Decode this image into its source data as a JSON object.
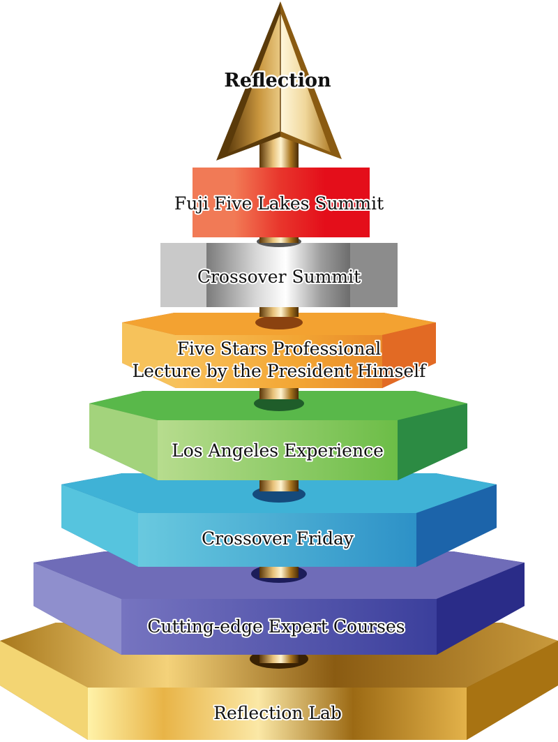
{
  "apex": {
    "label": "Reflection"
  },
  "tiers": [
    {
      "label": "Fuji Five Lakes Summit"
    },
    {
      "label": "Crossover Summit"
    },
    {
      "label_line1": "Five Stars Professional",
      "label_line2": "Lecture by the President Himself"
    },
    {
      "label": "Los Angeles Experience"
    },
    {
      "label": "Crossover Friday"
    },
    {
      "label": "Cutting-edge Expert Courses"
    },
    {
      "label": "Reflection Lab"
    }
  ],
  "colors": {
    "red": "#e8362c",
    "silver": "#c9c9c9",
    "orange": "#f0a33a",
    "green": "#5fb745",
    "cyan": "#3aa7d0",
    "purple": "#5a55a8",
    "gold": "#d5a236"
  }
}
